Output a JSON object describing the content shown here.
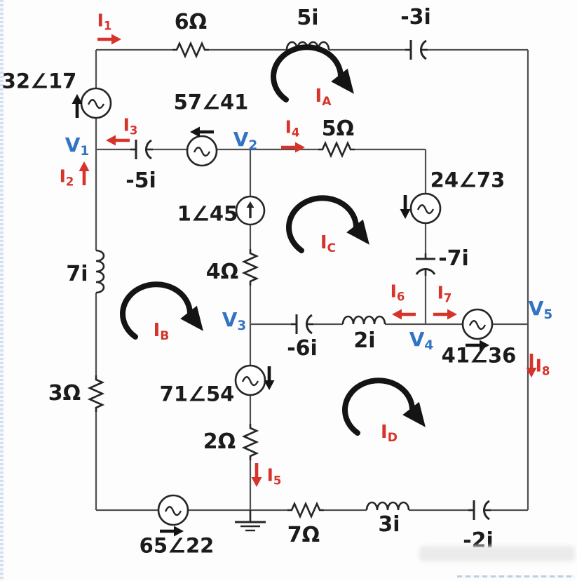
{
  "diagram_type": "AC circuit schematic with phasor sources, mesh currents and labeled nodes",
  "colors": {
    "label_black": "#1b1b1b",
    "node_blue": "#3273c4",
    "current_red": "#d6342b",
    "wire_gray": "#4f4f4f"
  },
  "impedances": {
    "top_6ohm": "6Ω",
    "top_5i": "5i",
    "top_neg3i": "-3i",
    "row1_neg5i": "-5i",
    "row1_5ohm": "5Ω",
    "left_7i": "7i",
    "left_3ohm": "3Ω",
    "mid_4ohm": "4Ω",
    "mid_2ohm": "2Ω",
    "branch_neg7i": "-7i",
    "row2_neg6i": "-6i",
    "row2_2i": "2i",
    "bot_7ohm": "7Ω",
    "bot_3i": "3i",
    "bot_neg2i": "-2i"
  },
  "sources": {
    "v32": "32∠17",
    "v57": "57∠41",
    "c1": "1∠45",
    "v24": "24∠73",
    "v71": "71∠54",
    "v65": "65∠22",
    "v41": "41∠36"
  },
  "nodes": {
    "v1": {
      "base": "V",
      "sub": "1"
    },
    "v2": {
      "base": "V",
      "sub": "2"
    },
    "v3": {
      "base": "V",
      "sub": "3"
    },
    "v4": {
      "base": "V",
      "sub": "4"
    },
    "v5": {
      "base": "V",
      "sub": "5"
    }
  },
  "currents": {
    "i1": {
      "base": "I",
      "sub": "1"
    },
    "i2": {
      "base": "I",
      "sub": "2"
    },
    "i3": {
      "base": "I",
      "sub": "3"
    },
    "i4": {
      "base": "I",
      "sub": "4"
    },
    "i5": {
      "base": "I",
      "sub": "5"
    },
    "i6": {
      "base": "I",
      "sub": "6"
    },
    "i7": {
      "base": "I",
      "sub": "7"
    },
    "i8": {
      "base": "I",
      "sub": "8"
    }
  },
  "meshes": {
    "ia": {
      "base": "I",
      "sub": "A"
    },
    "ib": {
      "base": "I",
      "sub": "B"
    },
    "ic": {
      "base": "I",
      "sub": "C"
    },
    "id": {
      "base": "I",
      "sub": "D"
    }
  }
}
